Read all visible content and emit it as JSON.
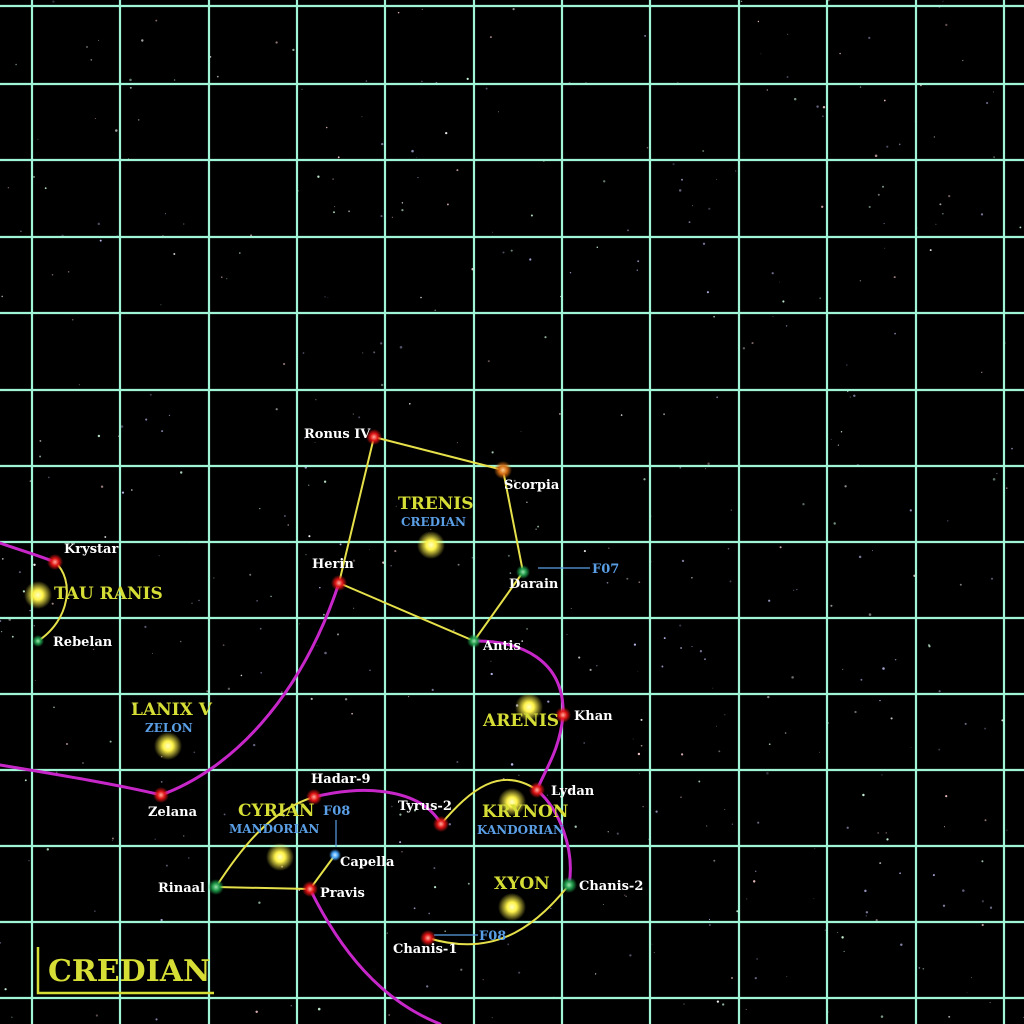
{
  "colors": {
    "background": "#000000",
    "grid": "#9ff5d6",
    "yellow_route": "#e6e04a",
    "purple_route": "#c727c9",
    "system_label": "#d6de36",
    "affiliation_label": "#5a9fe6",
    "code_label": "#5a9fe6",
    "planet_label": "#ffffff",
    "star_yellow": "#fff34a",
    "node_red": "#e01414",
    "node_green": "#1f9a4a",
    "node_orange": "#d36b12",
    "node_blue": "#4aa8ff",
    "region_title": "#d6de36"
  },
  "region": {
    "title": "CREDIAN"
  },
  "planets": [
    {
      "id": "ronus-iv",
      "label": "Ronus IV",
      "type": "red"
    },
    {
      "id": "scorpia",
      "label": "Scorpia",
      "type": "orange"
    },
    {
      "id": "herin",
      "label": "Herin",
      "type": "red"
    },
    {
      "id": "darain",
      "label": "Darain",
      "type": "green"
    },
    {
      "id": "antis",
      "label": "Antis",
      "type": "green"
    },
    {
      "id": "krystar",
      "label": "Krystar",
      "type": "red"
    },
    {
      "id": "rebelan",
      "label": "Rebelan",
      "type": "green"
    },
    {
      "id": "khan",
      "label": "Khan",
      "type": "red"
    },
    {
      "id": "lydan",
      "label": "Lydan",
      "type": "red"
    },
    {
      "id": "zelana",
      "label": "Zelana",
      "type": "red"
    },
    {
      "id": "hadar-9",
      "label": "Hadar-9",
      "type": "red"
    },
    {
      "id": "tyrus-2",
      "label": "Tyrus-2",
      "type": "red"
    },
    {
      "id": "capella",
      "label": "Capella",
      "type": "blue"
    },
    {
      "id": "rinaal",
      "label": "Rinaal",
      "type": "green"
    },
    {
      "id": "pravis",
      "label": "Pravis",
      "type": "red"
    },
    {
      "id": "chanis-2",
      "label": "Chanis-2",
      "type": "green"
    },
    {
      "id": "chanis-1",
      "label": "Chanis-1",
      "type": "red"
    }
  ],
  "systems": [
    {
      "id": "trenis",
      "name": "TRENIS",
      "affiliation": "CREDIAN"
    },
    {
      "id": "tau-ranis",
      "name": "TAU RANIS",
      "affiliation": ""
    },
    {
      "id": "lanix-v",
      "name": "LANIX V",
      "affiliation": "ZELON"
    },
    {
      "id": "arenis",
      "name": "ARENIS",
      "affiliation": ""
    },
    {
      "id": "cyrian",
      "name": "CYRIAN",
      "affiliation": "MANDORIAN"
    },
    {
      "id": "krynon",
      "name": "KRYNON",
      "affiliation": "KANDORIAN"
    },
    {
      "id": "xyon",
      "name": "XYON",
      "affiliation": ""
    }
  ],
  "codes": [
    {
      "id": "darain-code",
      "text": "F07"
    },
    {
      "id": "capella-code",
      "text": "F08"
    },
    {
      "id": "chanis1-code",
      "text": "F08"
    }
  ]
}
